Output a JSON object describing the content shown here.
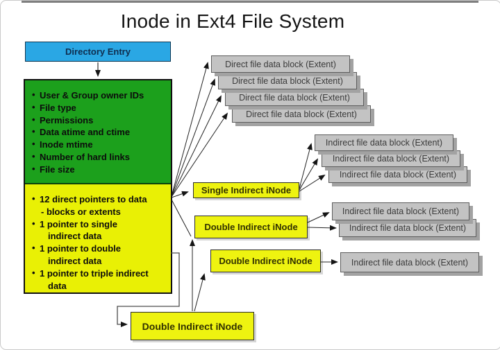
{
  "title": "Inode in Ext4 File System",
  "directory_entry": {
    "label": "Directory Entry"
  },
  "inode": {
    "metadata_items": [
      "User & Group owner IDs",
      "File type",
      "Permissions",
      "Data atime and ctime",
      "Inode mtime",
      "Number of hard links",
      "File size"
    ],
    "pointer_items": [
      {
        "line1": "12 direct pointers to data",
        "line2": "- blocks or extents"
      },
      {
        "line1": "1 pointer to single",
        "line2": "indirect data"
      },
      {
        "line1": "1 pointer to double",
        "line2": "indirect data"
      },
      {
        "line1": "1 pointer to triple indirect",
        "line2": "data"
      }
    ]
  },
  "direct_blocks": [
    {
      "label": "Direct file data block (Extent)"
    },
    {
      "label": "Direct file data block (Extent)"
    },
    {
      "label": "Direct file data block (Extent)"
    },
    {
      "label": "Direct file data block (Extent)"
    }
  ],
  "nodes": {
    "single_indirect": {
      "label": "Single Indirect iNode"
    },
    "double_indirect_1": {
      "label": "Double Indirect iNode"
    },
    "double_indirect_2": {
      "label": "Double Indirect iNode"
    },
    "triple_indirect": {
      "label": "Double Indirect iNode"
    }
  },
  "indirect_groups": {
    "single": [
      {
        "label": "Indirect file data block (Extent)"
      },
      {
        "label": "Indirect file data block (Extent)"
      },
      {
        "label": "Indirect file data block (Extent)"
      }
    ],
    "double_1": [
      {
        "label": "Indirect file data block (Extent)"
      },
      {
        "label": "Indirect file data block (Extent)"
      }
    ],
    "double_2": [
      {
        "label": "Indirect file data block (Extent)"
      }
    ]
  },
  "colors": {
    "directory_box": "#2aa7e4",
    "metadata_section": "#1ca01c",
    "pointer_section": "#e9f005",
    "inode_nodes": "#eef310",
    "data_blocks": "#c3c3c3",
    "connector": "#222222"
  }
}
